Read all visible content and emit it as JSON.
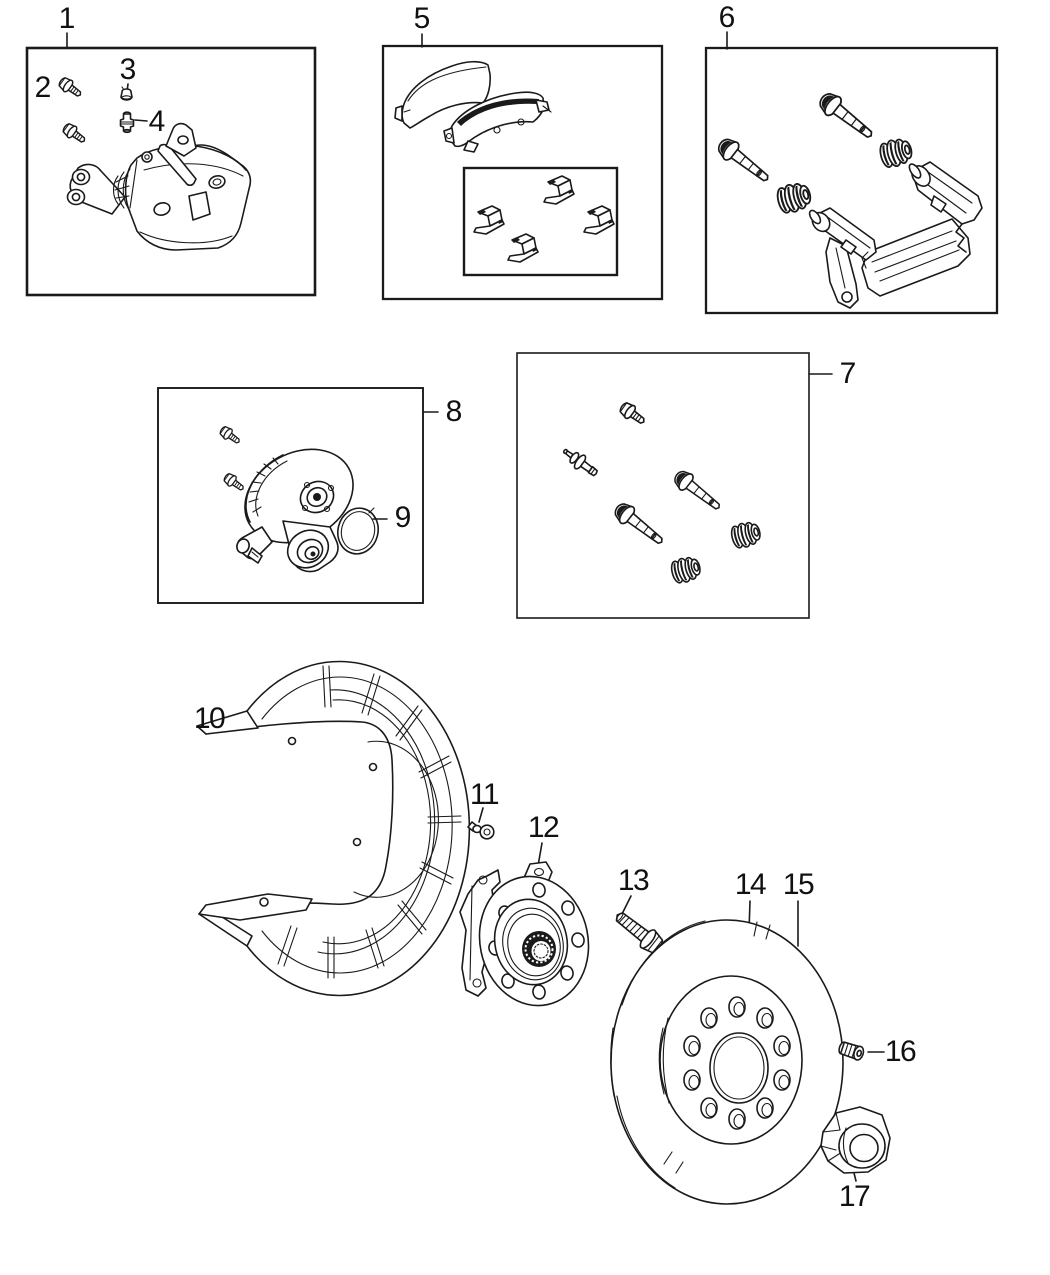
{
  "figure": {
    "type": "exploded-parts-diagram",
    "subject": "rear-disc-brake",
    "background_color": "#ffffff",
    "line_color": "#1a1a1a",
    "text_color": "#111111"
  },
  "callouts": [
    {
      "label": "1",
      "part": "rear-caliper-assembly-box"
    },
    {
      "label": "2",
      "part": "caliper-bolts"
    },
    {
      "label": "3",
      "part": "bleeder-screw-cap"
    },
    {
      "label": "4",
      "part": "bleeder-screw"
    },
    {
      "label": "5",
      "part": "brake-pad-kit-box"
    },
    {
      "label": "6",
      "part": "caliper-adapter-kit-box"
    },
    {
      "label": "7",
      "part": "guide-pin-kit-box"
    },
    {
      "label": "8",
      "part": "parking-brake-actuator-kit-box"
    },
    {
      "label": "9",
      "part": "actuator-o-ring"
    },
    {
      "label": "10",
      "part": "brake-dust-shield"
    },
    {
      "label": "11",
      "part": "shield-bolt"
    },
    {
      "label": "12",
      "part": "hub-and-bearing"
    },
    {
      "label": "13",
      "part": "hub-bolt"
    },
    {
      "label": "14",
      "part": "brake-rotor-a"
    },
    {
      "label": "15",
      "part": "brake-rotor-b"
    },
    {
      "label": "16",
      "part": "set-screw"
    },
    {
      "label": "17",
      "part": "hub-nut-cap"
    }
  ]
}
